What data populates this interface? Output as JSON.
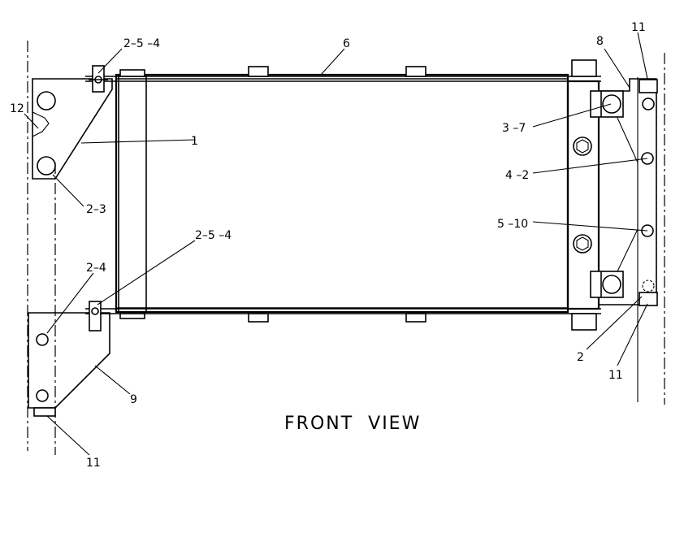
{
  "view_title": "FRONT  VIEW",
  "callouts": {
    "top_left_bolt": "2–5 –4",
    "top_center": "6",
    "right_bracket_top": "8",
    "right_strip_top": "11",
    "left_notch": "12",
    "core_left": "1",
    "right_upper_bolt": "3 –7",
    "right_mid_hole": "4 –2",
    "right_lower_hole": "5 –10",
    "left_lower_bolt": "2–3",
    "middle_bolt": "2–5 –4",
    "lower_left_hole": "2–4",
    "lower_bracket": "9",
    "bottom_left_strip": "11",
    "right_bottom": "2",
    "right_strip_bottom": "11"
  }
}
